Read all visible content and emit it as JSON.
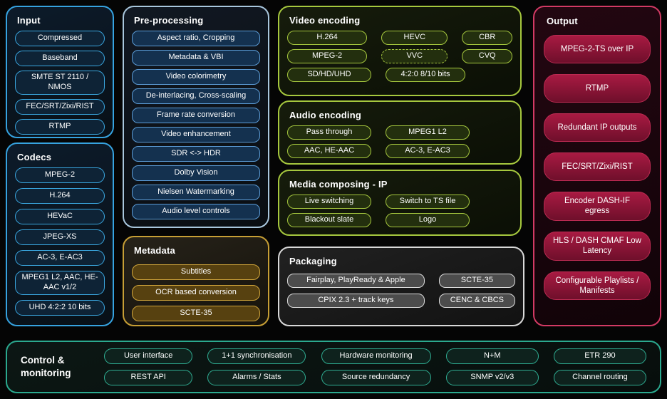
{
  "diagram": {
    "input": {
      "title": "Input",
      "items": [
        "Compressed",
        "Baseband",
        "SMTE ST 2110 / NMOS",
        "FEC/SRT/Zixi/RIST",
        "RTMP"
      ]
    },
    "codecs": {
      "title": "Codecs",
      "items": [
        "MPEG-2",
        "H.264",
        "HEVaC",
        "JPEG-XS",
        "AC-3, E-AC3",
        "MPEG1 L2, AAC, HE-AAC v1/2",
        "UHD 4:2:2 10 bits"
      ]
    },
    "preprocessing": {
      "title": "Pre-processing",
      "items": [
        "Aspect ratio, Cropping",
        "Metadata & VBI",
        "Video colorimetry",
        "De-interlacing, Cross-scaling",
        "Frame rate conversion",
        "Video enhancement",
        "SDR <-> HDR",
        "Dolby Vision",
        "Nielsen Watermarking",
        "Audio level controls"
      ]
    },
    "metadata": {
      "title": "Metadata",
      "items": [
        "Subtitles",
        "OCR based conversion",
        "SCTE-35"
      ]
    },
    "video_encoding": {
      "title": "Video encoding",
      "rows": [
        [
          "H.264",
          "HEVC",
          "CBR"
        ],
        [
          "MPEG-2",
          "VVC",
          "CVQ"
        ],
        [
          "SD/HD/UHD",
          "4:2:0 8/10 bits"
        ]
      ]
    },
    "audio_encoding": {
      "title": "Audio encoding",
      "rows": [
        [
          "Pass through",
          "MPEG1 L2"
        ],
        [
          "AAC, HE-AAC",
          "AC-3, E-AC3"
        ]
      ]
    },
    "media_composing": {
      "title": "Media composing - IP",
      "rows": [
        [
          "Live switching",
          "Switch to TS file"
        ],
        [
          "Blackout slate",
          "Logo"
        ]
      ]
    },
    "packaging": {
      "title": "Packaging",
      "rows": [
        [
          "Fairplay, PlayReady & Apple",
          "SCTE-35"
        ],
        [
          "CPIX 2.3 + track keys",
          "CENC & CBCS"
        ]
      ]
    },
    "output": {
      "title": "Output",
      "items": [
        "MPEG-2-TS over IP",
        "RTMP",
        "Redundant IP outputs",
        "FEC/SRT/Zixi/RIST",
        "Encoder DASH-IF egress",
        "HLS / DASH CMAF Low Latency",
        "Configurable Playlists / Manifests"
      ]
    },
    "control": {
      "title": "Control & monitoring",
      "groups": [
        [
          "User interface",
          "REST API"
        ],
        [
          "1+1 synchronisation",
          "Alarms / Stats"
        ],
        [
          "Hardware monitoring",
          "Source redundancy"
        ],
        [
          "N+M",
          "SNMP v2/v3"
        ],
        [
          "ETR 290",
          "Channel routing"
        ]
      ]
    }
  },
  "colors": {
    "background": "#050505",
    "input_codecs_border": "#36a3e0",
    "preprocessing_border": "#a9c7dd",
    "preprocessing_pill": "#14314f",
    "metadata_border": "#c79f35",
    "metadata_pill": "#574110",
    "encoding_border": "#a6c83e",
    "packaging_border": "#d9d9d9",
    "output_border": "#d23a64",
    "output_button": "#8f1535",
    "control_border": "#2ba98f"
  }
}
